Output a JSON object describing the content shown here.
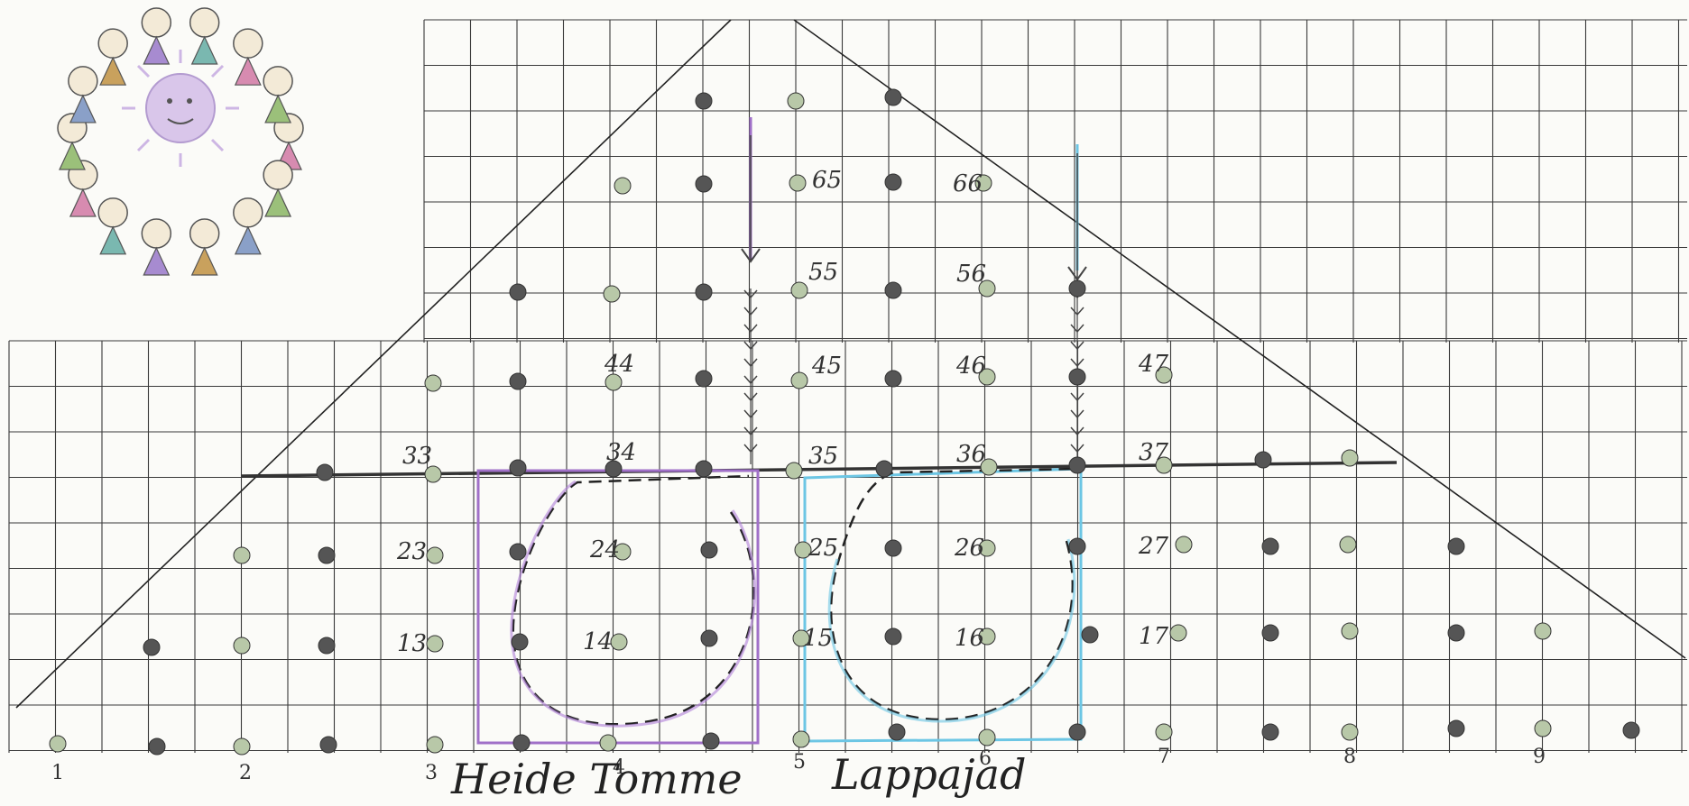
{
  "axis_labels": [
    "1",
    "2",
    "3",
    "4",
    "5",
    "6",
    "7",
    "8",
    "9"
  ],
  "number_labels": [
    "65",
    "66",
    "55",
    "56",
    "44",
    "45",
    "46",
    "47",
    "33",
    "34",
    "35",
    "36",
    "37",
    "23",
    "24",
    "25",
    "26",
    "27",
    "13",
    "14",
    "15",
    "16",
    "17"
  ],
  "captions": {
    "left": "Heide Tomme",
    "right": "Lappajad"
  },
  "colors": {
    "grid": "#3a3a3a",
    "purple": "#a070c8",
    "blue": "#6cc6e4",
    "ink": "#222222",
    "dot_dark": "#555555",
    "dot_light": "#b8c8a8",
    "paper": "#fbfbf8"
  },
  "icons": [
    "children-sun-circle-icon"
  ]
}
